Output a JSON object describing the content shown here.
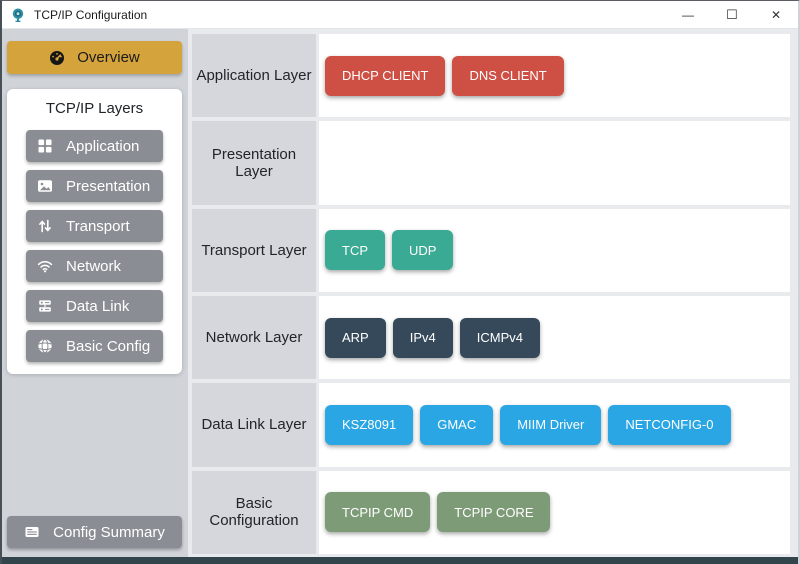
{
  "window": {
    "title": "TCP/IP Configuration",
    "app_icon": "network-shield-icon",
    "controls": {
      "minimize_glyph": "—",
      "maximize_glyph": "☐",
      "close_glyph": "✕"
    }
  },
  "sidebar": {
    "overview_label": "Overview",
    "overview_icon": "speedometer-icon",
    "overview_color": "#D4A33C",
    "layers_heading": "TCP/IP Layers",
    "button_color": "#8A8E94",
    "items": [
      {
        "label": "Application",
        "icon": "grid-icon"
      },
      {
        "label": "Presentation",
        "icon": "image-icon"
      },
      {
        "label": "Transport",
        "icon": "arrows-up-down-icon"
      },
      {
        "label": "Network",
        "icon": "wifi-icon"
      },
      {
        "label": "Data Link",
        "icon": "server-stack-icon"
      },
      {
        "label": "Basic Config",
        "icon": "globe-icon"
      }
    ],
    "config_summary_label": "Config Summary",
    "config_summary_icon": "list-icon"
  },
  "main": {
    "rows": [
      {
        "label": "Application Layer",
        "module_color": "#CE4F44",
        "modules": [
          "DHCP CLIENT",
          "DNS CLIENT"
        ]
      },
      {
        "label": "Presentation Layer",
        "module_color": "",
        "modules": []
      },
      {
        "label": "Transport Layer",
        "module_color": "#3AAA94",
        "modules": [
          "TCP",
          "UDP"
        ]
      },
      {
        "label": "Network Layer",
        "module_color": "#35495A",
        "modules": [
          "ARP",
          "IPv4",
          "ICMPv4"
        ]
      },
      {
        "label": "Data Link Layer",
        "module_color": "#29A6E3",
        "modules": [
          "KSZ8091",
          "GMAC",
          "MIIM Driver",
          "NETCONFIG-0"
        ]
      },
      {
        "label": "Basic Configuration",
        "module_color": "#7E9B78",
        "modules": [
          "TCPIP CMD",
          "TCPIP CORE"
        ]
      }
    ]
  }
}
